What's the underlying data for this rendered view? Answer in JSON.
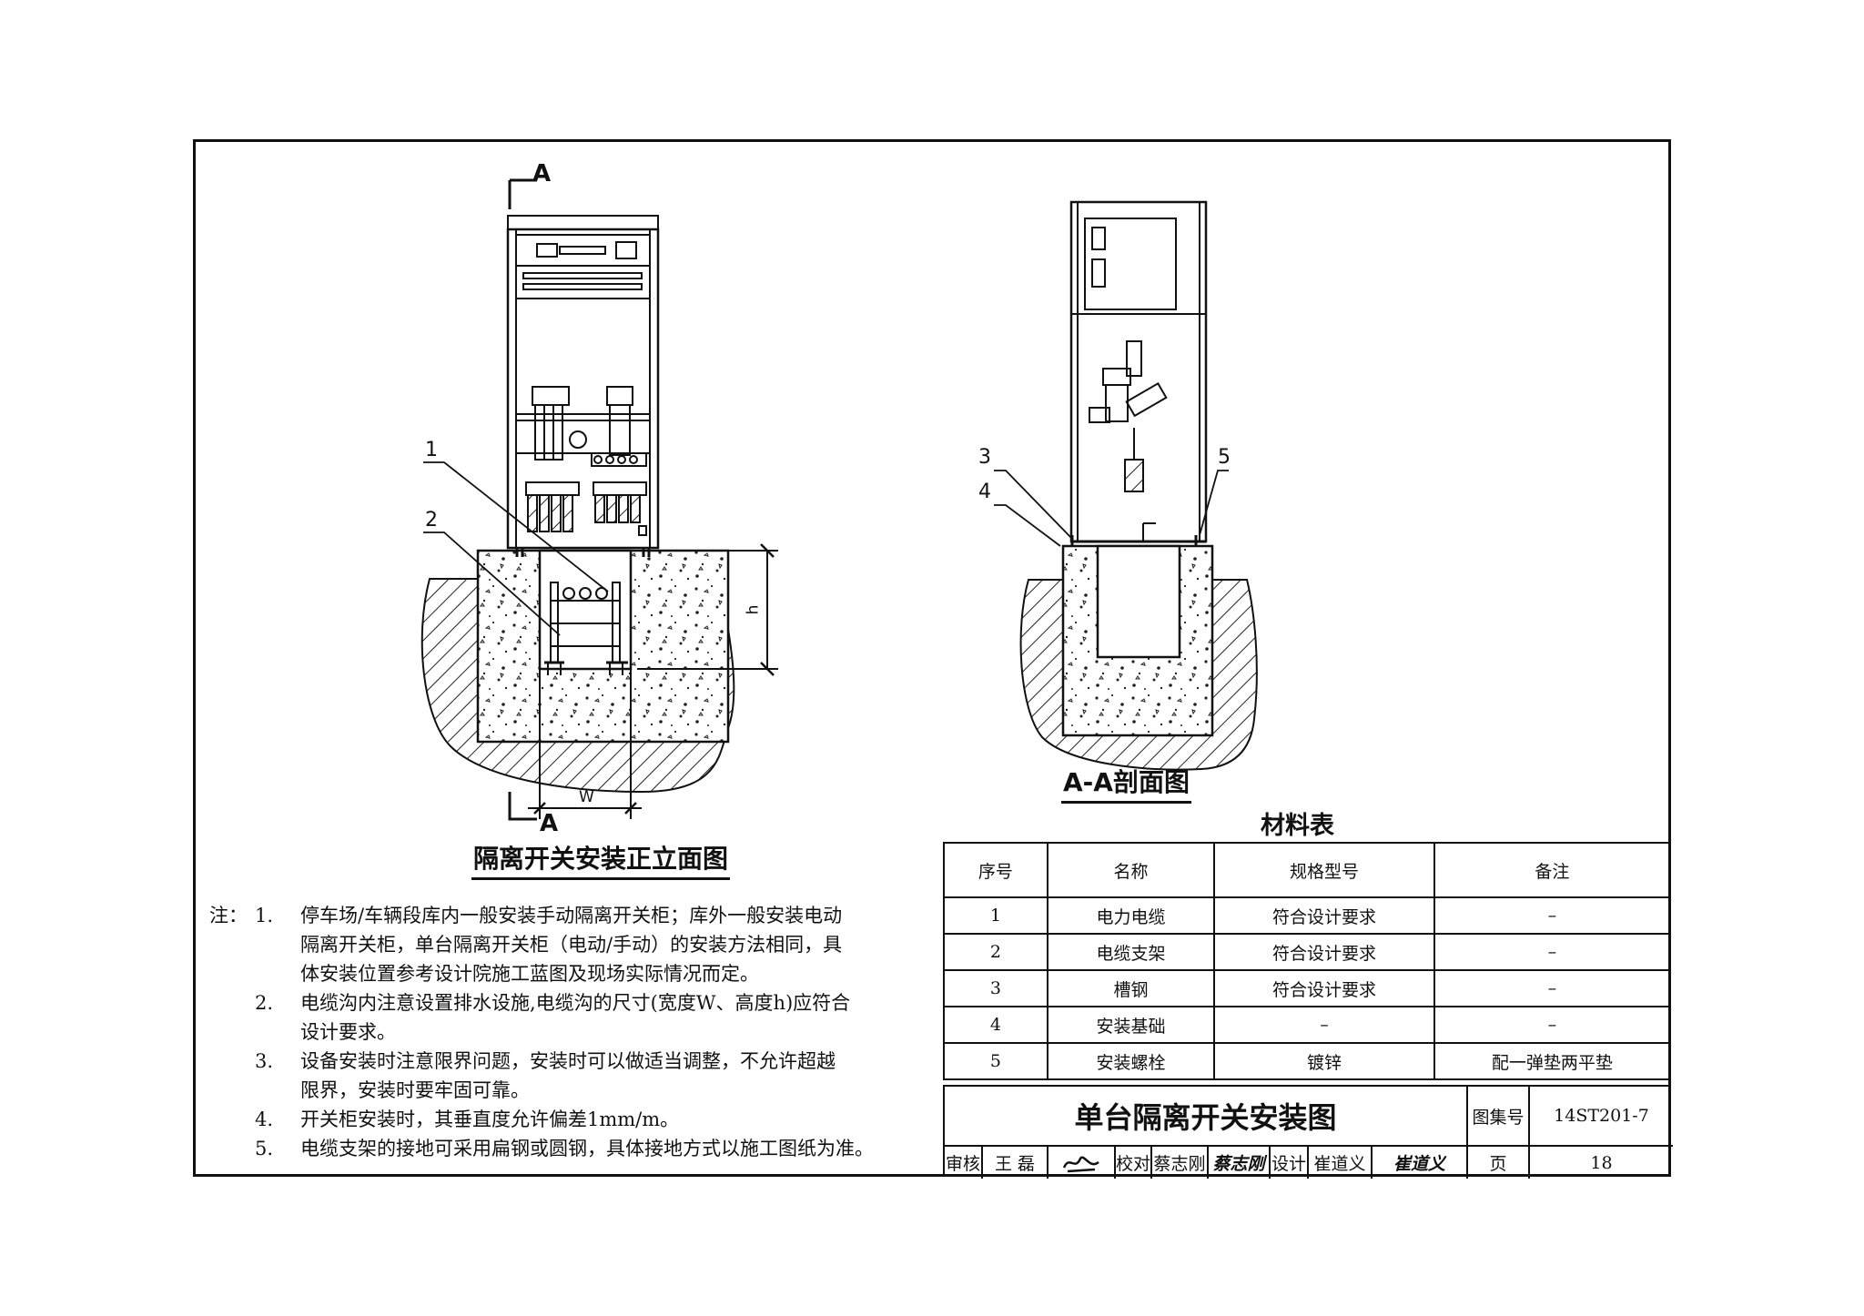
{
  "front_view": {
    "section_marker": "A",
    "section_marker_bottom": "A",
    "callouts": [
      "1",
      "2"
    ],
    "dim_height": "h",
    "dim_width": "W",
    "title": "隔离开关安装正立面图"
  },
  "section_view": {
    "callouts": [
      "3",
      "4",
      "5"
    ],
    "title": "A-A剖面图"
  },
  "notes": {
    "heading": "注：",
    "items": [
      {
        "num": "1.",
        "lines": [
          "停车场/车辆段库内一般安装手动隔离开关柜；库外一般安装电动",
          "隔离开关柜，单台隔离开关柜（电动/手动）的安装方法相同，具",
          "体安装位置参考设计院施工蓝图及现场实际情况而定。"
        ]
      },
      {
        "num": "2.",
        "lines": [
          "电缆沟内注意设置排水设施,电缆沟的尺寸(宽度W、高度h)应符合",
          "设计要求。"
        ]
      },
      {
        "num": "3.",
        "lines": [
          "设备安装时注意限界问题，安装时可以做适当调整，不允许超越",
          "限界，安装时要牢固可靠。"
        ]
      },
      {
        "num": "4.",
        "lines": [
          "开关柜安装时，其垂直度允许偏差1mm/m。"
        ]
      },
      {
        "num": "5.",
        "lines": [
          "电缆支架的接地可采用扁钢或圆钢，具体接地方式以施工图纸为准。"
        ]
      }
    ]
  },
  "materials": {
    "title": "材料表",
    "headers": [
      "序号",
      "名称",
      "规格型号",
      "备注"
    ],
    "rows": [
      [
        "1",
        "电力电缆",
        "符合设计要求",
        "–"
      ],
      [
        "2",
        "电缆支架",
        "符合设计要求",
        "–"
      ],
      [
        "3",
        "槽钢",
        "符合设计要求",
        "–"
      ],
      [
        "4",
        "安装基础",
        "–",
        "–"
      ],
      [
        "5",
        "安装螺栓",
        "镀锌",
        "配一弹垫两平垫"
      ]
    ]
  },
  "title_block": {
    "drawing_title": "单台隔离开关安装图",
    "atlas_label": "图集号",
    "atlas_no": "14ST201-7",
    "review_label": "审核",
    "review_name": "王  磊",
    "check_label": "校对",
    "check_name": "蔡志刚",
    "check_sig": "蔡志刚",
    "design_label": "设计",
    "design_name": "崔道义",
    "design_sig": "崔道义",
    "page_label": "页",
    "page_no": "18"
  }
}
